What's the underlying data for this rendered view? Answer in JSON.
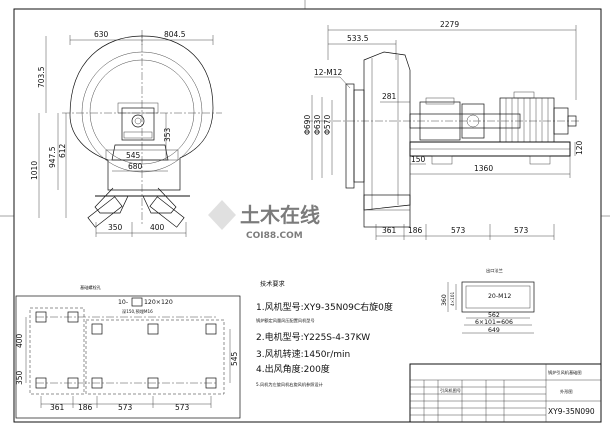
{
  "front_view": {
    "dims": {
      "d630": "630",
      "d804_5": "804.5",
      "d703_5": "703.5",
      "d1010": "1010",
      "d947_5": "947.5",
      "d612": "612",
      "d353": "353",
      "d545": "545",
      "d680": "680",
      "d350": "350",
      "d400": "400"
    }
  },
  "side_view": {
    "dims": {
      "d2279": "2279",
      "d533_5": "533.5",
      "d12m12": "12-M12",
      "d281": "281",
      "d690": "Φ690",
      "d630": "Φ630",
      "d570": "Φ570",
      "d150": "150",
      "d1360": "1360",
      "d120": "120",
      "d361": "361",
      "d186": "186",
      "d573a": "573",
      "d573b": "573"
    }
  },
  "foundation_plan": {
    "title": "基础螺栓孔",
    "bolt_label": "10-",
    "bolt_size": "120×120",
    "bolt_note": "深150,预埋M16",
    "dims": {
      "d400": "400",
      "d350": "350",
      "d545": "545",
      "d361": "361",
      "d186": "186",
      "d573a": "573",
      "d573b": "573"
    }
  },
  "tech_notes": {
    "heading": "技术要求",
    "items": [
      "1.风机型号:XY9-35N09C右旋0度",
      "锅炉额定风量风压配置风机型号",
      "2.电机型号:Y225S-4-37KW",
      "3.风机转速:1450r/min",
      "4.出风角度:200度",
      "5.风机为左旋风机右旋风机参照设计"
    ]
  },
  "outlet_flange": {
    "title": "出口法兰",
    "dims": {
      "d360": "360",
      "d20m12": "20-M12",
      "d562": "562",
      "d6x101": "6×101=606",
      "d649": "649"
    }
  },
  "title_block": {
    "project": "锅炉引风机基础图",
    "drawing_name": "外形图",
    "model": "XY9-35N090",
    "row_label": "引风机图号"
  },
  "watermark": {
    "text_cn": "土木在线",
    "text_en": "COI88.COM"
  }
}
